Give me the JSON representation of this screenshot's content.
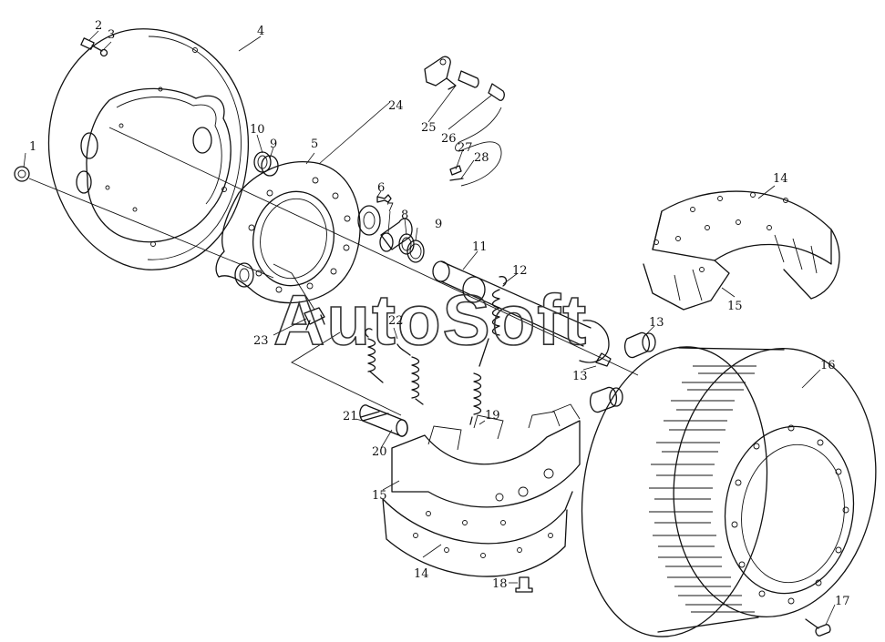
{
  "watermark": "AutoSoft",
  "callouts": {
    "c1": "1",
    "c2": "2",
    "c3": "3",
    "c4": "4",
    "c5": "5",
    "c6": "6",
    "c7": "7",
    "c8": "8",
    "c9a": "9",
    "c9b": "9",
    "c10": "10",
    "c11": "11",
    "c12": "12",
    "c13a": "13",
    "c13b": "13",
    "c14a": "14",
    "c14b": "14",
    "c15a": "15",
    "c15b": "15",
    "c16": "16",
    "c17": "17",
    "c18": "18",
    "c19": "19",
    "c20": "20",
    "c21": "21",
    "c22": "22",
    "c23": "23",
    "c24": "24",
    "c25": "25",
    "c26": "26",
    "c27": "27",
    "c28": "28"
  }
}
